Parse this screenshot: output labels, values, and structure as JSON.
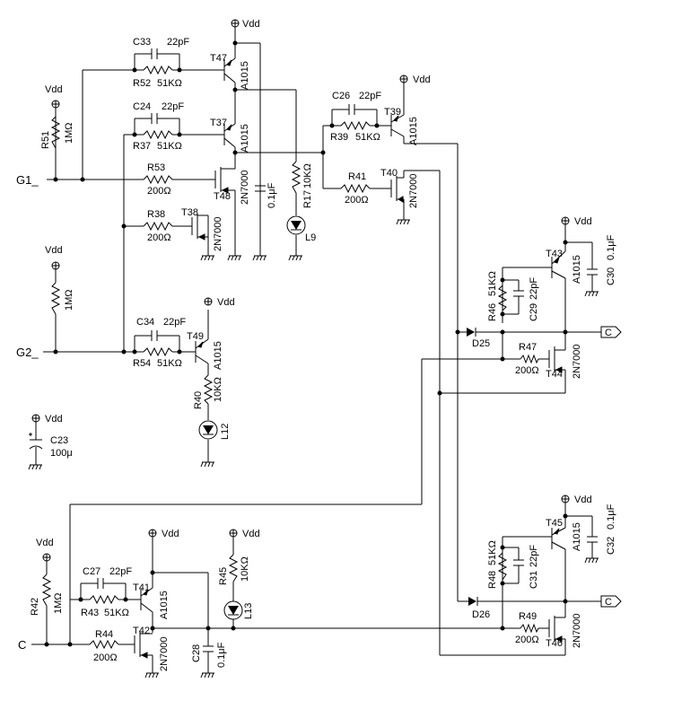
{
  "supply": "Vdd",
  "inputs": {
    "g1": "G1_",
    "g2": "G2_",
    "c": "C"
  },
  "outputs": {
    "c1": "C",
    "c2": "C"
  },
  "transistors": {
    "T47": {
      "name": "T47",
      "type": "A1015"
    },
    "T37": {
      "name": "T37",
      "type": "A1015"
    },
    "T48": {
      "name": "T48",
      "type": "2N7000"
    },
    "T38": {
      "name": "T38",
      "type": "2N7000"
    },
    "T39": {
      "name": "T39",
      "type": "A1015"
    },
    "T40": {
      "name": "T40",
      "type": "2N7000"
    },
    "T49": {
      "name": "T49",
      "type": "A1015"
    },
    "T43": {
      "name": "T43",
      "type": "A1015"
    },
    "T44": {
      "name": "T44",
      "type": "2N7000"
    },
    "T45": {
      "name": "T45",
      "type": "A1015"
    },
    "T46": {
      "name": "T46",
      "type": "2N7000"
    },
    "T41": {
      "name": "T41",
      "type": "A1015"
    },
    "T42": {
      "name": "T42",
      "type": "2N7000"
    }
  },
  "resistors": {
    "R51": {
      "name": "R51",
      "value": "1MΩ"
    },
    "R52": {
      "name": "R52",
      "value": "51KΩ"
    },
    "R37": {
      "name": "R37",
      "value": "51KΩ"
    },
    "R53": {
      "name": "R53",
      "value": "200Ω"
    },
    "R38": {
      "name": "R38",
      "value": "200Ω"
    },
    "R17": {
      "name": "R17",
      "value": "10KΩ"
    },
    "R39": {
      "name": "R39",
      "value": "51KΩ"
    },
    "R41": {
      "name": "R41",
      "value": "200Ω"
    },
    "RG2": {
      "name": "",
      "value": "1MΩ"
    },
    "R54": {
      "name": "R54",
      "value": "51KΩ"
    },
    "R40": {
      "name": "R40",
      "value": "10KΩ"
    },
    "R46": {
      "name": "R46",
      "value": "51KΩ"
    },
    "R47": {
      "name": "R47",
      "value": "200Ω"
    },
    "R48": {
      "name": "R48",
      "value": "51KΩ"
    },
    "R49": {
      "name": "R49",
      "value": "200Ω"
    },
    "R42": {
      "name": "R42",
      "value": "1MΩ"
    },
    "R43": {
      "name": "R43",
      "value": "51KΩ"
    },
    "R44": {
      "name": "R44",
      "value": "200Ω"
    },
    "R45": {
      "name": "R45",
      "value": "10KΩ"
    }
  },
  "capacitors": {
    "C33": {
      "name": "C33",
      "value": "22pF"
    },
    "C24": {
      "name": "C24",
      "value": "22pF"
    },
    "C26": {
      "name": "C26",
      "value": "22pF"
    },
    "C34": {
      "name": "C34",
      "value": "22pF"
    },
    "C30": {
      "name": "C30",
      "value": "0.1μF"
    },
    "C29": {
      "name": "C29",
      "value": "22pF"
    },
    "C31": {
      "name": "C31",
      "value": "22pF"
    },
    "C32": {
      "name": "C32",
      "value": "0.1μF"
    },
    "C27": {
      "name": "C27",
      "value": "22pF"
    },
    "C28": {
      "name": "C28",
      "value": "0.1μF"
    },
    "CT": {
      "name": "",
      "value": "0.1μF"
    },
    "C23": {
      "name": "C23",
      "value": "100μ"
    }
  },
  "leds": {
    "L9": "L9",
    "L12": "L12",
    "L13": "L13"
  },
  "diodes": {
    "D25": "D25",
    "D26": "D26"
  }
}
